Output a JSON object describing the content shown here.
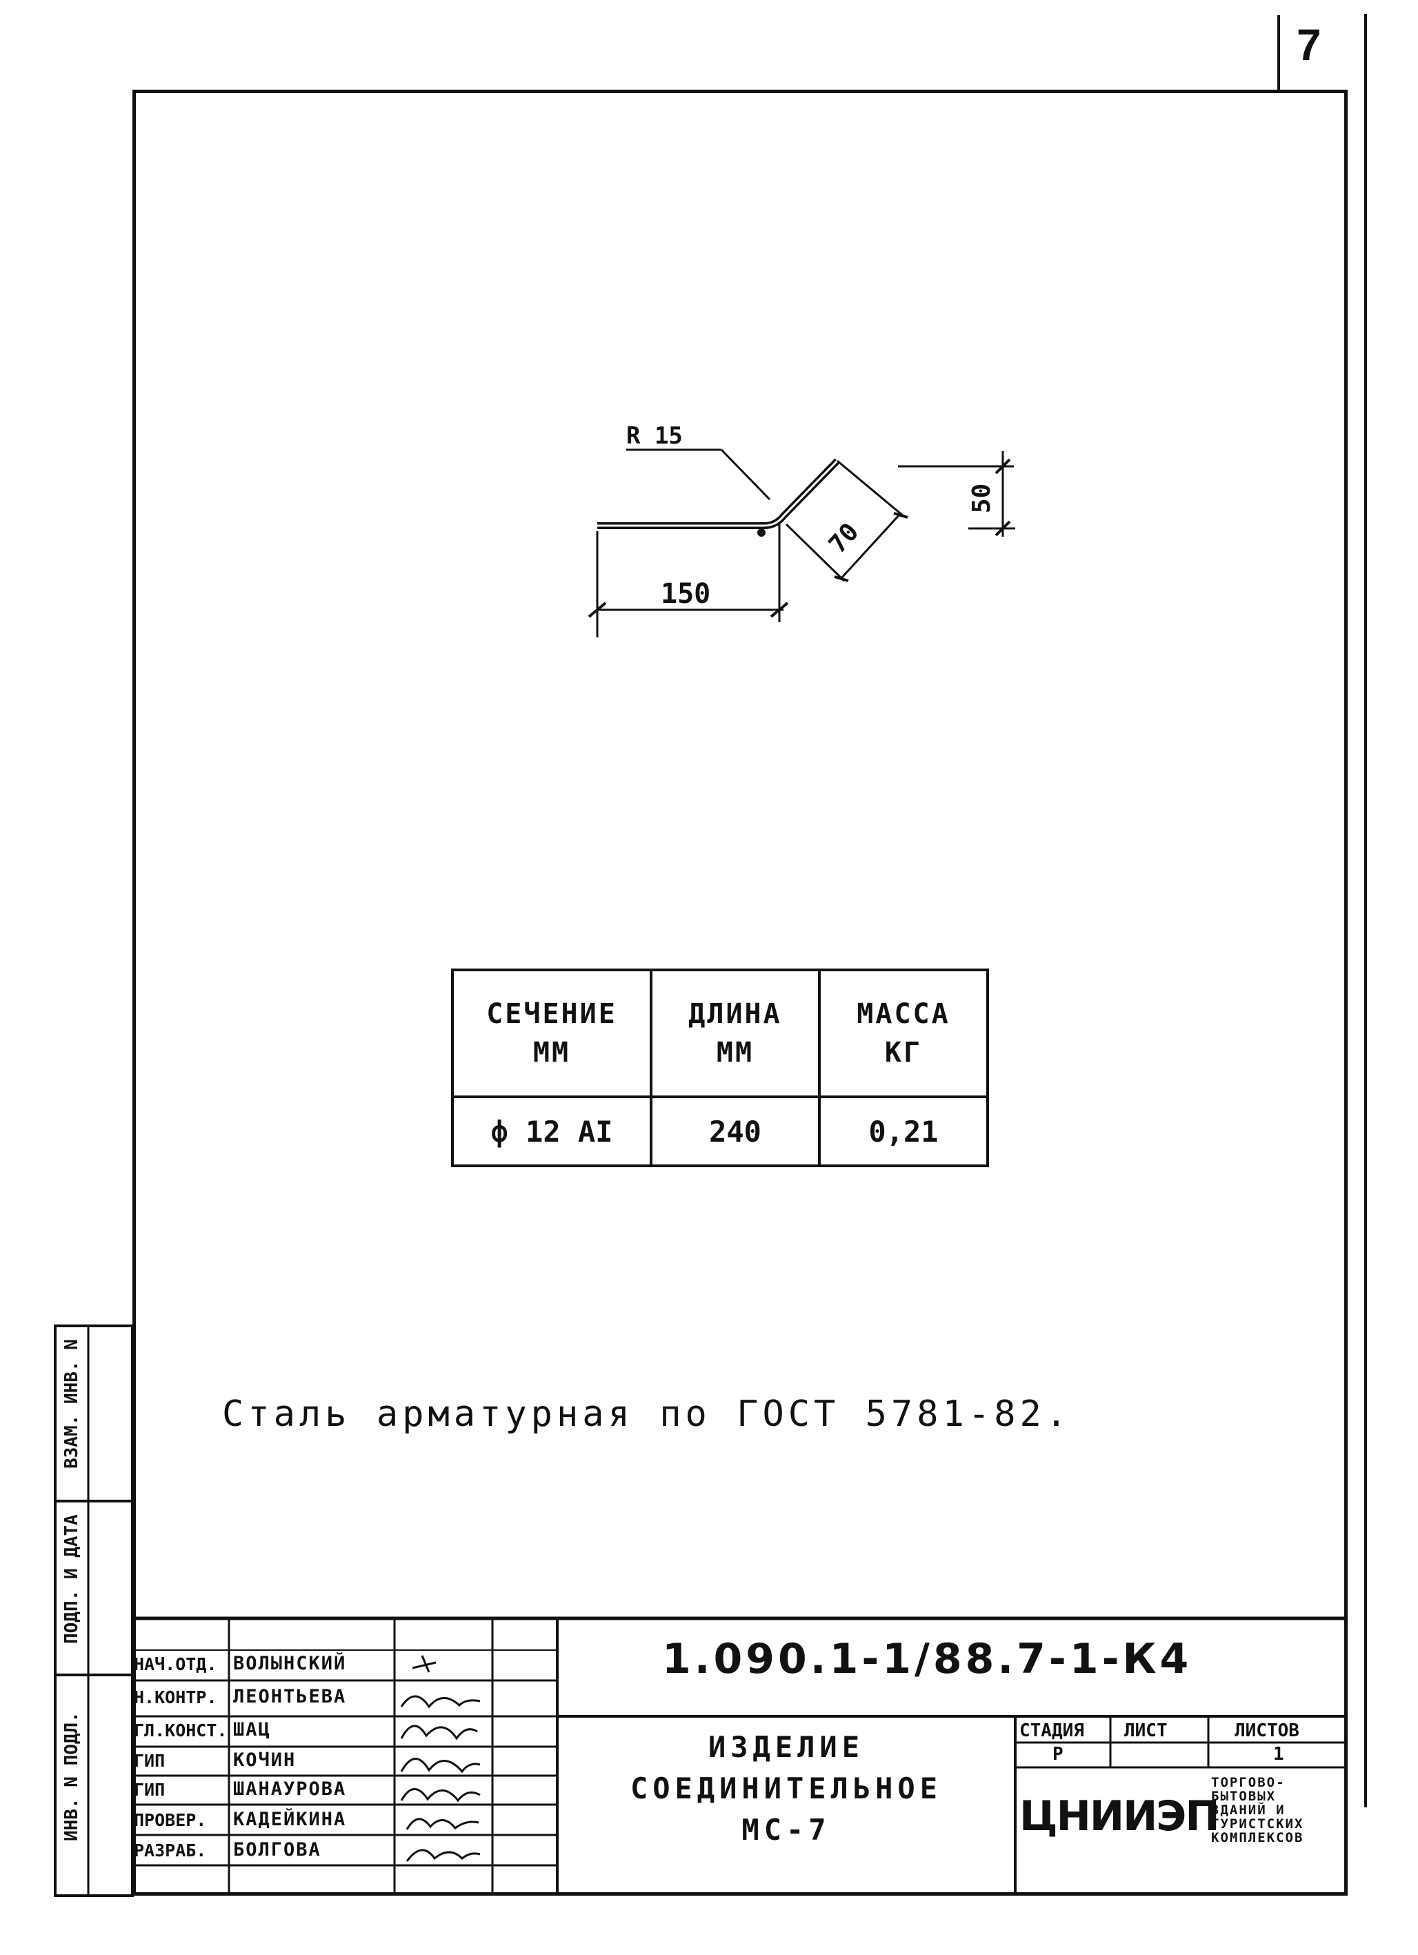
{
  "sheet_number": "7",
  "drawing": {
    "radius_label": "R 15",
    "dim_horizontal": "150",
    "dim_inclined": "70",
    "dim_vertical": "50"
  },
  "material_table": {
    "headers": [
      {
        "line1": "СЕЧЕНИЕ",
        "line2": "ММ"
      },
      {
        "line1": "ДЛИНА",
        "line2": "ММ"
      },
      {
        "line1": "МАССА",
        "line2": "КГ"
      }
    ],
    "values": [
      "ф 12 АI",
      "240",
      "0,21"
    ]
  },
  "note": "Сталь арматурная по ГОСТ 5781-82.",
  "side_labels": {
    "replace_inv": "ВЗАМ. ИНВ. N",
    "sign_date": "ПОДП. И ДАТА",
    "orig_inv": "ИНВ. N ПОДЛ."
  },
  "title_block": {
    "designation": "1.090.1-1/88.7-1-К4",
    "signatories": [
      {
        "role": "НАЧ.ОТД.",
        "name": "ВОЛЫНСКИЙ"
      },
      {
        "role": "Н.КОНТР.",
        "name": "ЛЕОНТЬЕВА"
      },
      {
        "role": "ГЛ.КОНСТ.",
        "name": "ШАЦ"
      },
      {
        "role": "ГИП",
        "name": "КОЧИН"
      },
      {
        "role": "ГИП",
        "name": "ШАНАУРОВА"
      },
      {
        "role": "ПРОВЕР.",
        "name": "КАДЕЙКИНА"
      },
      {
        "role": "РАЗРАБ.",
        "name": "БОЛГОВА"
      }
    ],
    "product_title": {
      "line1": "ИЗДЕЛИЕ",
      "line2": "СОЕДИНИТЕЛЬНОЕ",
      "line3": "МС-7"
    },
    "stage_label": "СТАДИЯ",
    "sheet_label": "ЛИСТ",
    "sheets_label": "ЛИСТОВ",
    "stage_value": "Р",
    "sheets_value": "1",
    "organization": "ЦНИИЭП",
    "organization_sub": [
      "ТОРГОВО-",
      "БЫТОВЫХ",
      "ЗДАНИЙ И",
      "ТУРИСТСКИХ",
      "КОМПЛЕКСОВ"
    ]
  }
}
